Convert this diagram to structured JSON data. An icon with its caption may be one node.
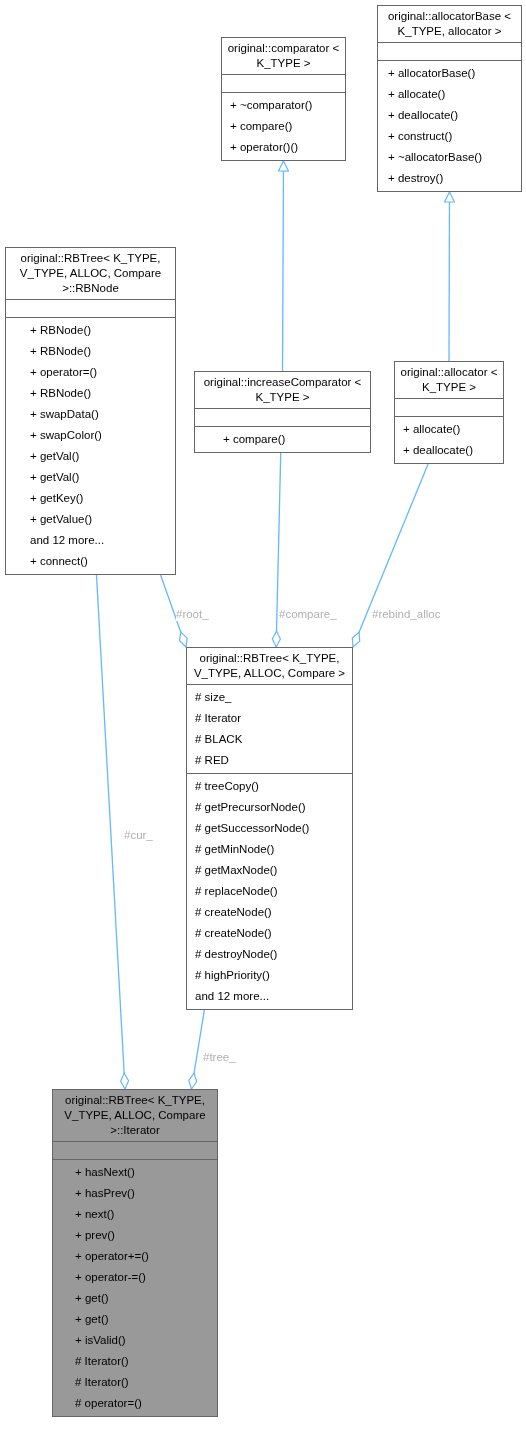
{
  "diagram": {
    "nodes": [
      {
        "text": [
          "original::allocatorBase < K_TYPE, allocator >",
          "+ allocatorBase()",
          "+ allocate()",
          "+ deallocate()",
          "+ construct()",
          "+ ~allocatorBase()",
          "+ destroy()"
        ]
      },
      {
        "text": [
          "original::comparator < K_TYPE >",
          "+ ~comparator()",
          "+ compare()",
          "+ operator()()"
        ]
      },
      {
        "text": [
          "original::RBTree< K_TYPE, V_TYPE, ALLOC, Compare >::RBNode",
          "+ RBNode()",
          "+ RBNode()",
          "+ operator=()",
          "+ RBNode()",
          "+ swapData()",
          "+ swapColor()",
          "+ getVal()",
          "+ getVal()",
          "+ getKey()",
          "+ getValue()",
          "and 12 more...",
          "+ connect()"
        ]
      },
      {
        "text": [
          "original::increaseComparator < K_TYPE >",
          "+ compare()"
        ]
      },
      {
        "text": [
          "original::allocator < K_TYPE >",
          "+ allocate()",
          "+ deallocate()"
        ]
      },
      {
        "text": [
          "original::RBTree< K_TYPE, V_TYPE, ALLOC, Compare >",
          "# size_",
          "# Iterator",
          "# BLACK",
          "# RED",
          "# treeCopy()",
          "# getPrecursorNode()",
          "# getSuccessorNode()",
          "# getMinNode()",
          "# getMaxNode()",
          "# replaceNode()",
          "# createNode()",
          "# createNode()",
          "# destroyNode()",
          "# highPriority()",
          "and 12 more..."
        ]
      },
      {
        "text": [
          "original::RBTree< K_TYPE, V_TYPE, ALLOC, Compare >::Iterator",
          "+ hasNext()",
          "+ hasPrev()",
          "+ next()",
          "+ prev()",
          "+ operator+=()",
          "+ operator-=()",
          "+ get()",
          "+ get()",
          "+ isValid()",
          "# Iterator()",
          "# Iterator()",
          "# operator=()"
        ]
      }
    ],
    "edges": [
      {
        "from": 4,
        "to": 0,
        "arrow": "to"
      },
      {
        "from": 3,
        "to": 1,
        "arrow": "to"
      },
      {
        "from": 2,
        "to": 5,
        "arrow": "other",
        "label": "#root_"
      },
      {
        "from": 3,
        "to": 5,
        "arrow": "other",
        "label": "#compare_"
      },
      {
        "from": 4,
        "to": 5,
        "arrow": "other",
        "label": "#rebind_alloc"
      },
      {
        "from": 2,
        "to": 6,
        "arrow": "other",
        "label": "#cur_"
      },
      {
        "from": 5,
        "to": 6,
        "arrow": "other",
        "label": "#tree_"
      }
    ]
  }
}
